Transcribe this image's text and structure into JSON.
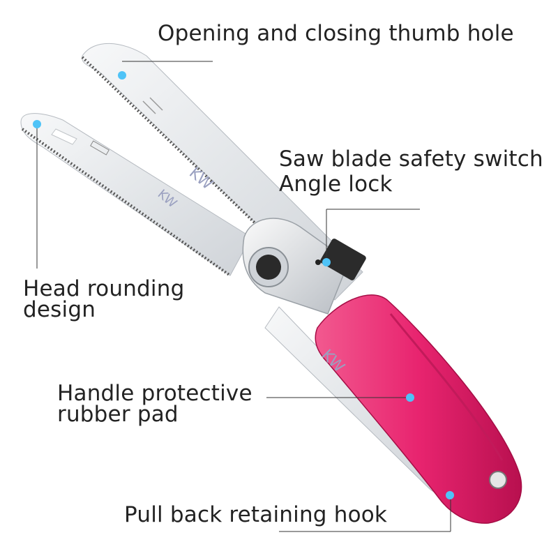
{
  "labels": {
    "thumb_hole": "Opening and closing thumb hole",
    "safety_switch_line1": "Saw blade safety switch",
    "safety_switch_line2": "Angle lock",
    "head_rounding_line1": "Head rounding",
    "head_rounding_line2": "design",
    "handle_pad_line1": "Handle protective",
    "handle_pad_line2": "rubber pad",
    "hook": "Pull back retaining hook"
  },
  "colors": {
    "handle": "#e8246f",
    "blade": "#e9ecef",
    "marker": "#4fc3f7",
    "text": "#222222"
  },
  "icons": [
    "pivot-knob",
    "safety-switch",
    "brand-logo",
    "arrow-marks"
  ]
}
